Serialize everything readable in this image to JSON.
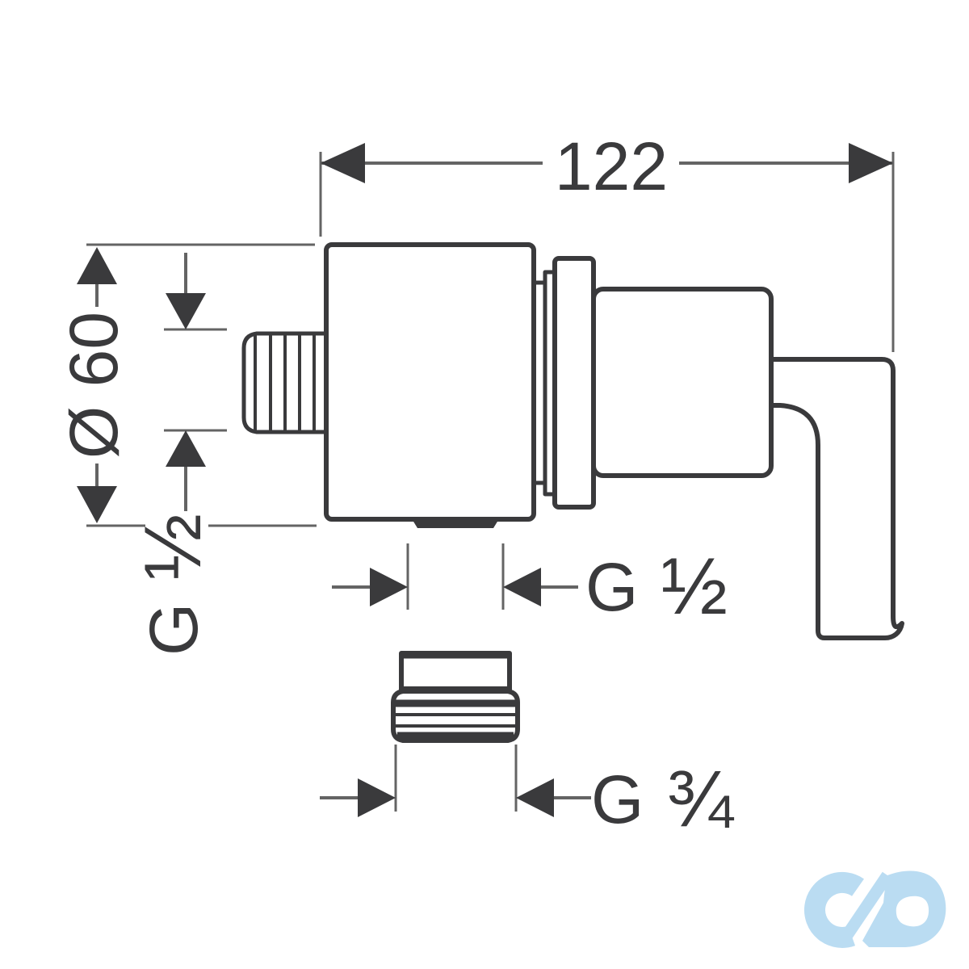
{
  "drawing_labels": {
    "width": "122",
    "diameter": "Ø 60",
    "inlet": {
      "prefix": "G",
      "fraction": "½"
    },
    "outlet": {
      "prefix": "G",
      "fraction": "½"
    },
    "adapter": {
      "prefix": "G",
      "fraction": "¾"
    }
  },
  "colors": {
    "outline": "#3a3a3c",
    "dimension_lines": "#646464",
    "text": "#3a3a3c",
    "logo_blue": "#badcf2",
    "background": "#ffffff"
  },
  "logo": {
    "icon": "cd-infinity-logo"
  }
}
